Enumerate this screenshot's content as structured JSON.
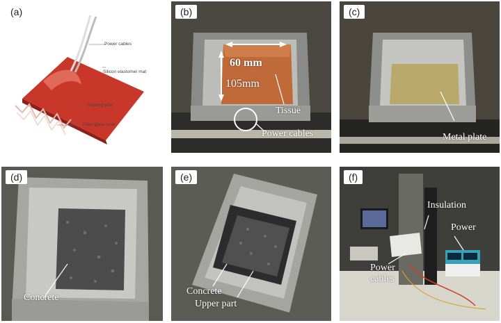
{
  "panels": {
    "a": {
      "tag": "(a)",
      "labels": {
        "power_cables": "Power cables",
        "silicon_mat": "Silicon elastomer mat",
        "heating_wire": "Heating wire",
        "fiber_core": "Fiber glass core"
      }
    },
    "b": {
      "tag": "(b)",
      "labels": {
        "width": "60 mm",
        "length": "105mm",
        "tissue": "Tissue",
        "power_cables": "Power cables"
      }
    },
    "c": {
      "tag": "(c)",
      "labels": {
        "metal_plate": "Metal plate"
      }
    },
    "d": {
      "tag": "(d)",
      "labels": {
        "concrete": "Concrete"
      }
    },
    "e": {
      "tag": "(e)",
      "labels": {
        "concrete": "Concrete",
        "upper_part": "Upper part"
      }
    },
    "f": {
      "tag": "(f)",
      "labels": {
        "insulation": "Insulation",
        "power": "Power",
        "power_cables": "Power cables"
      }
    }
  }
}
